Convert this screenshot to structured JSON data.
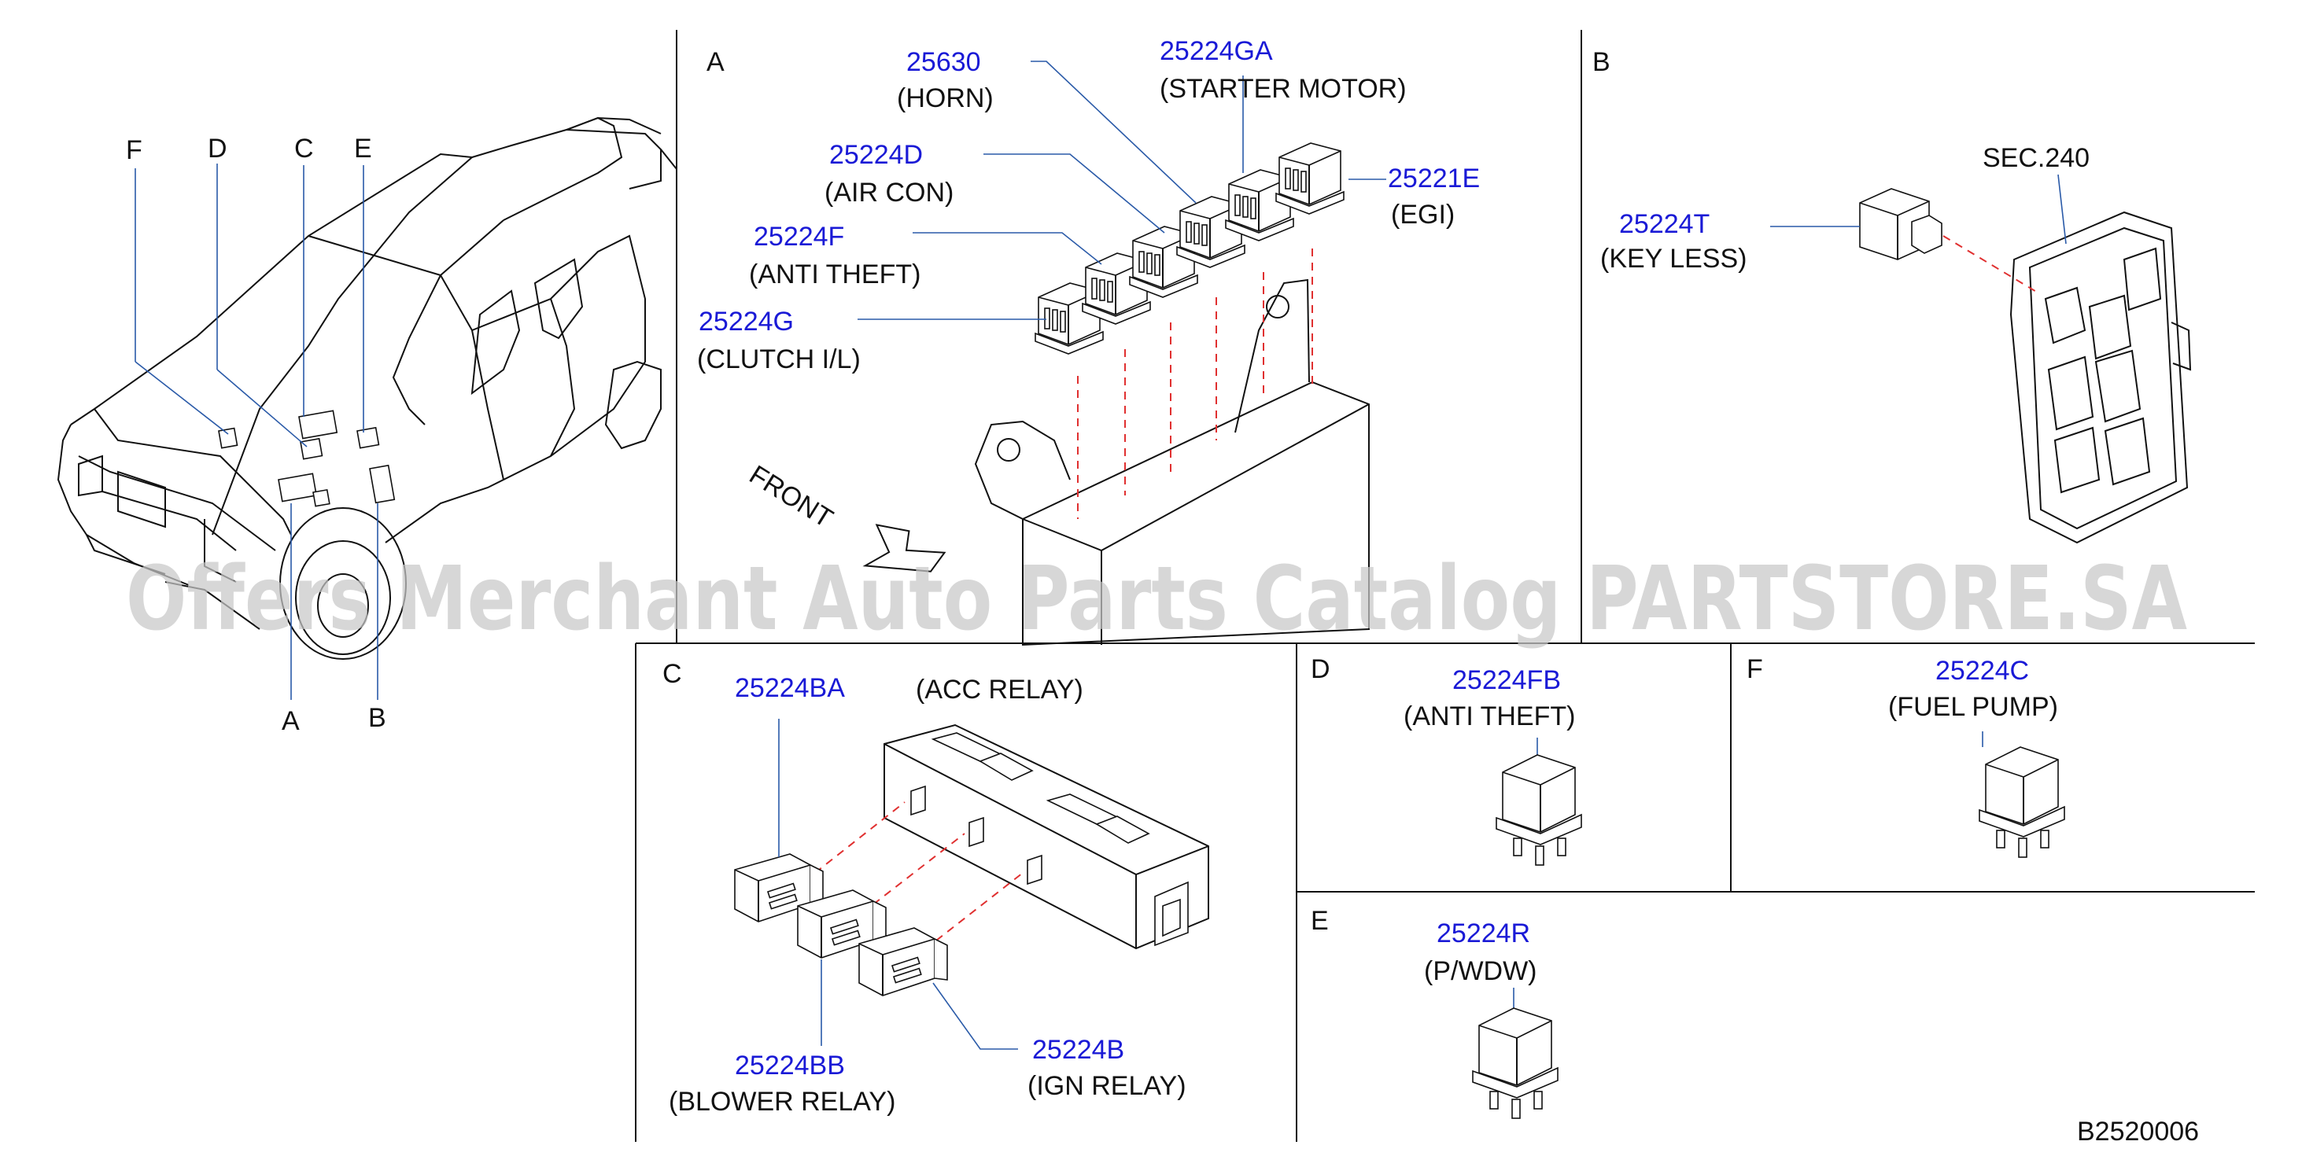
{
  "sections": {
    "A": "A",
    "B": "B",
    "C": "C",
    "D": "D",
    "E": "E",
    "F": "F"
  },
  "overview_callouts": {
    "F": "F",
    "D": "D",
    "C": "C",
    "E": "E",
    "A": "A",
    "B": "B"
  },
  "panel_a": {
    "horn": {
      "part": "25630",
      "desc": "(HORN)"
    },
    "starter": {
      "part": "25224GA",
      "desc": "(STARTER  MOTOR)"
    },
    "air_con": {
      "part": "25224D",
      "desc": "(AIR  CON)"
    },
    "egi": {
      "part": "25221E",
      "desc": "(EGI)"
    },
    "anti_theft": {
      "part": "25224F",
      "desc": "(ANTI  THEFT)"
    },
    "clutch": {
      "part": "25224G",
      "desc": "(CLUTCH  I/L)"
    },
    "front_label": "FRONT"
  },
  "panel_b": {
    "keyless": {
      "part": "25224T",
      "desc": "(KEY  LESS)"
    },
    "sec_ref": "SEC.240"
  },
  "panel_c": {
    "acc": {
      "part": "25224BA",
      "desc": "(ACC  RELAY)"
    },
    "blower": {
      "part": "25224BB",
      "desc": "(BLOWER  RELAY)"
    },
    "ign": {
      "part": "25224B",
      "desc": "(IGN  RELAY)"
    }
  },
  "panel_d": {
    "part": "25224FB",
    "desc": "(ANTI  THEFT)"
  },
  "panel_e": {
    "part": "25224R",
    "desc": "(P/WDW)"
  },
  "panel_f": {
    "part": "25224C",
    "desc": "(FUEL  PUMP)"
  },
  "diagram_code": "B2520006",
  "watermark": "Offers Merchant Auto Parts Catalog PARTSTORE.SA",
  "colors": {
    "part_number": "#1a1ad6",
    "leader": "#2a5aa8",
    "dashed_guide": "#e03030"
  }
}
